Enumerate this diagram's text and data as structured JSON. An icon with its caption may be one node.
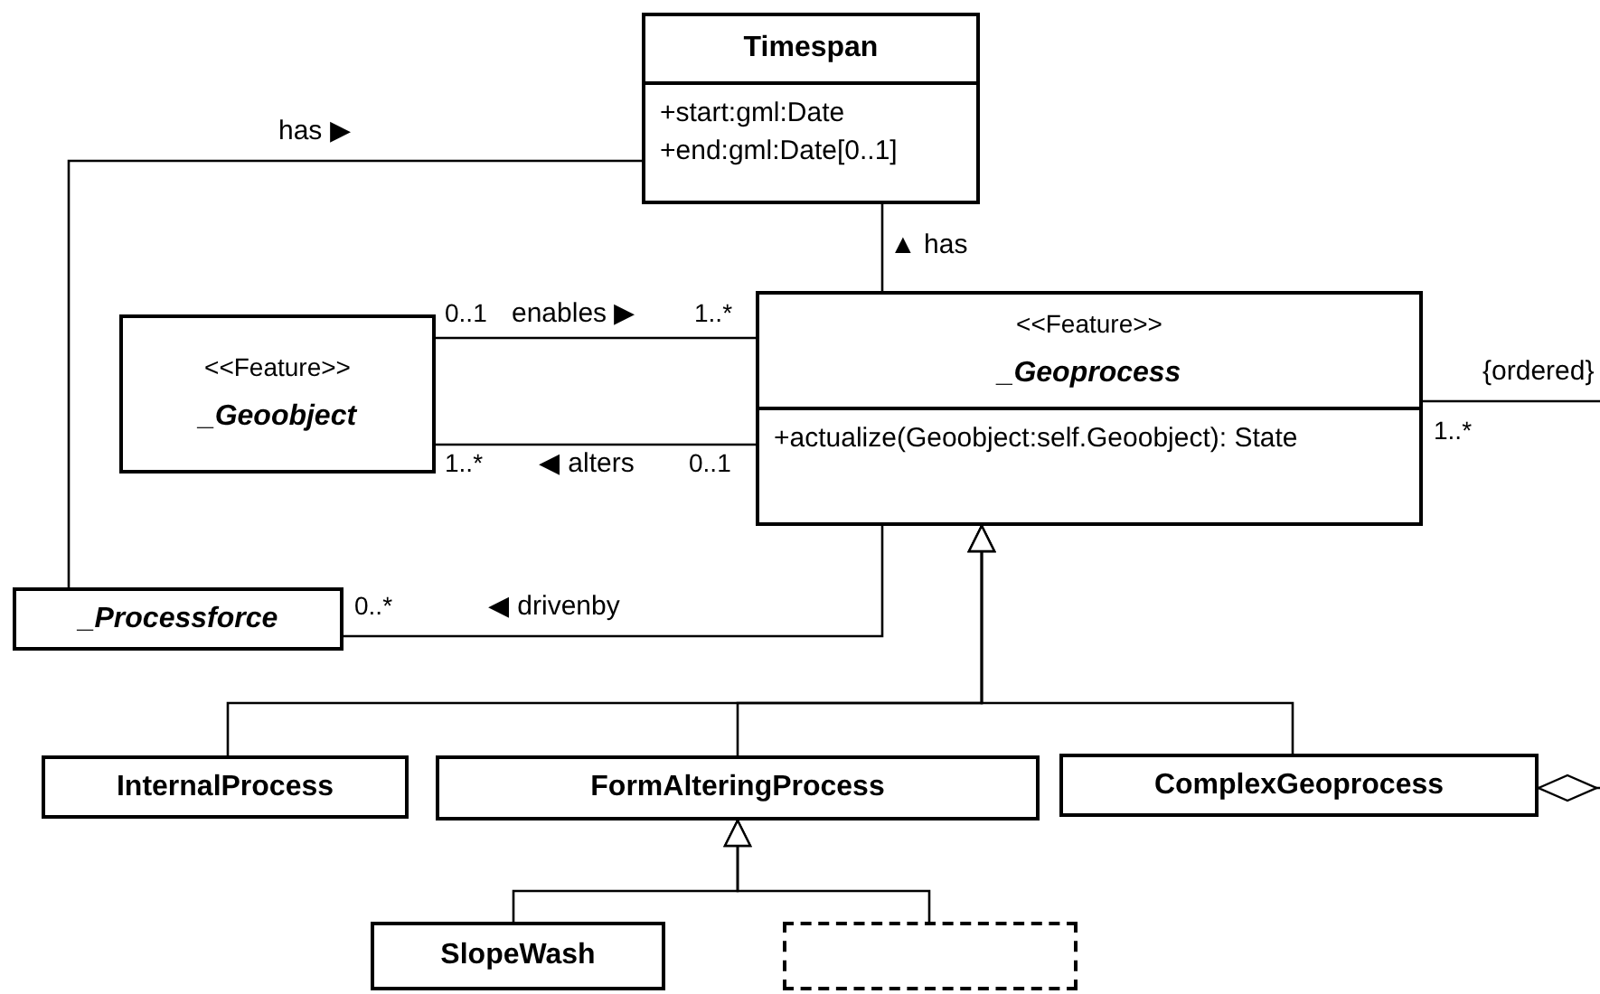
{
  "diagram": {
    "nodes": [
      {
        "text": [
          "Timespan",
          "+start:gml:Date",
          "+end:gml:Date[0..1]"
        ]
      },
      {
        "text": [
          "<<Feature>>",
          "_Geoobject"
        ]
      },
      {
        "text": [
          "<<Feature>>",
          "_Geoprocess",
          "+actualize(Geoobject:self.Geoobject): State"
        ]
      },
      {
        "text": [
          "_Processforce"
        ]
      },
      {
        "text": [
          "InternalProcess"
        ]
      },
      {
        "text": [
          "FormAlteringProcess"
        ]
      },
      {
        "text": [
          "ComplexGeoprocess"
        ]
      },
      {
        "text": [
          "SlopeWash"
        ]
      },
      {
        "text": [],
        "shape": "box"
      }
    ],
    "edges": [
      {
        "from": 3,
        "to": 0,
        "arrow": "none",
        "label": "has ▶"
      },
      {
        "from": 2,
        "to": 0,
        "arrow": "none",
        "label": "▲ has"
      },
      {
        "from": 1,
        "to": 2,
        "arrow": "none",
        "label": "enables ▶"
      },
      {
        "from": 1,
        "to": 2,
        "arrow": "none",
        "label": "◀ alters"
      },
      {
        "from": 3,
        "to": 2,
        "arrow": "none",
        "label": "◀ drivenby"
      },
      {
        "from": 2,
        "to": null,
        "arrow": "none",
        "label": "{ordered}"
      },
      {
        "from": 4,
        "to": 2,
        "arrow": "to"
      },
      {
        "from": 5,
        "to": 2,
        "arrow": "to"
      },
      {
        "from": 6,
        "to": 2,
        "arrow": "to"
      },
      {
        "from": 7,
        "to": 5,
        "arrow": "to"
      },
      {
        "from": 8,
        "to": 5,
        "arrow": "to"
      },
      {
        "from": 6,
        "to": null,
        "arrow": "other"
      }
    ],
    "labels": [
      "0..1",
      "1..*",
      "1..*",
      "0..1",
      "0..*",
      "1..*"
    ]
  }
}
